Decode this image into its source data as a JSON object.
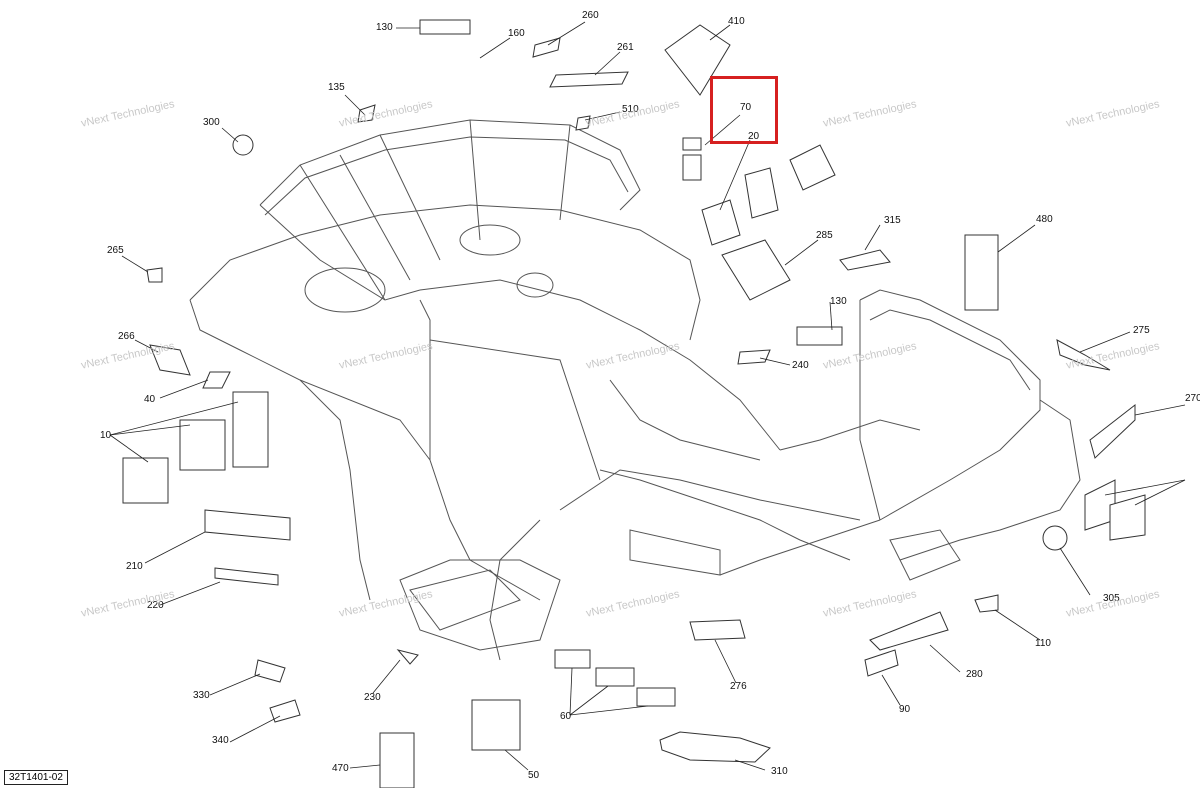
{
  "diagram": {
    "reference_code": "32T1401-02",
    "watermark": "vNext Technologies",
    "highlight_color": "#d62020",
    "callouts": [
      "130",
      "160",
      "260",
      "261",
      "410",
      "135",
      "510",
      "70",
      "20",
      "300",
      "265",
      "315",
      "285",
      "480",
      "130",
      "266",
      "275",
      "40",
      "240",
      "270",
      "10",
      "305",
      "210",
      "220",
      "110",
      "280",
      "90",
      "330",
      "230",
      "276",
      "60",
      "340",
      "470",
      "50",
      "310"
    ]
  }
}
